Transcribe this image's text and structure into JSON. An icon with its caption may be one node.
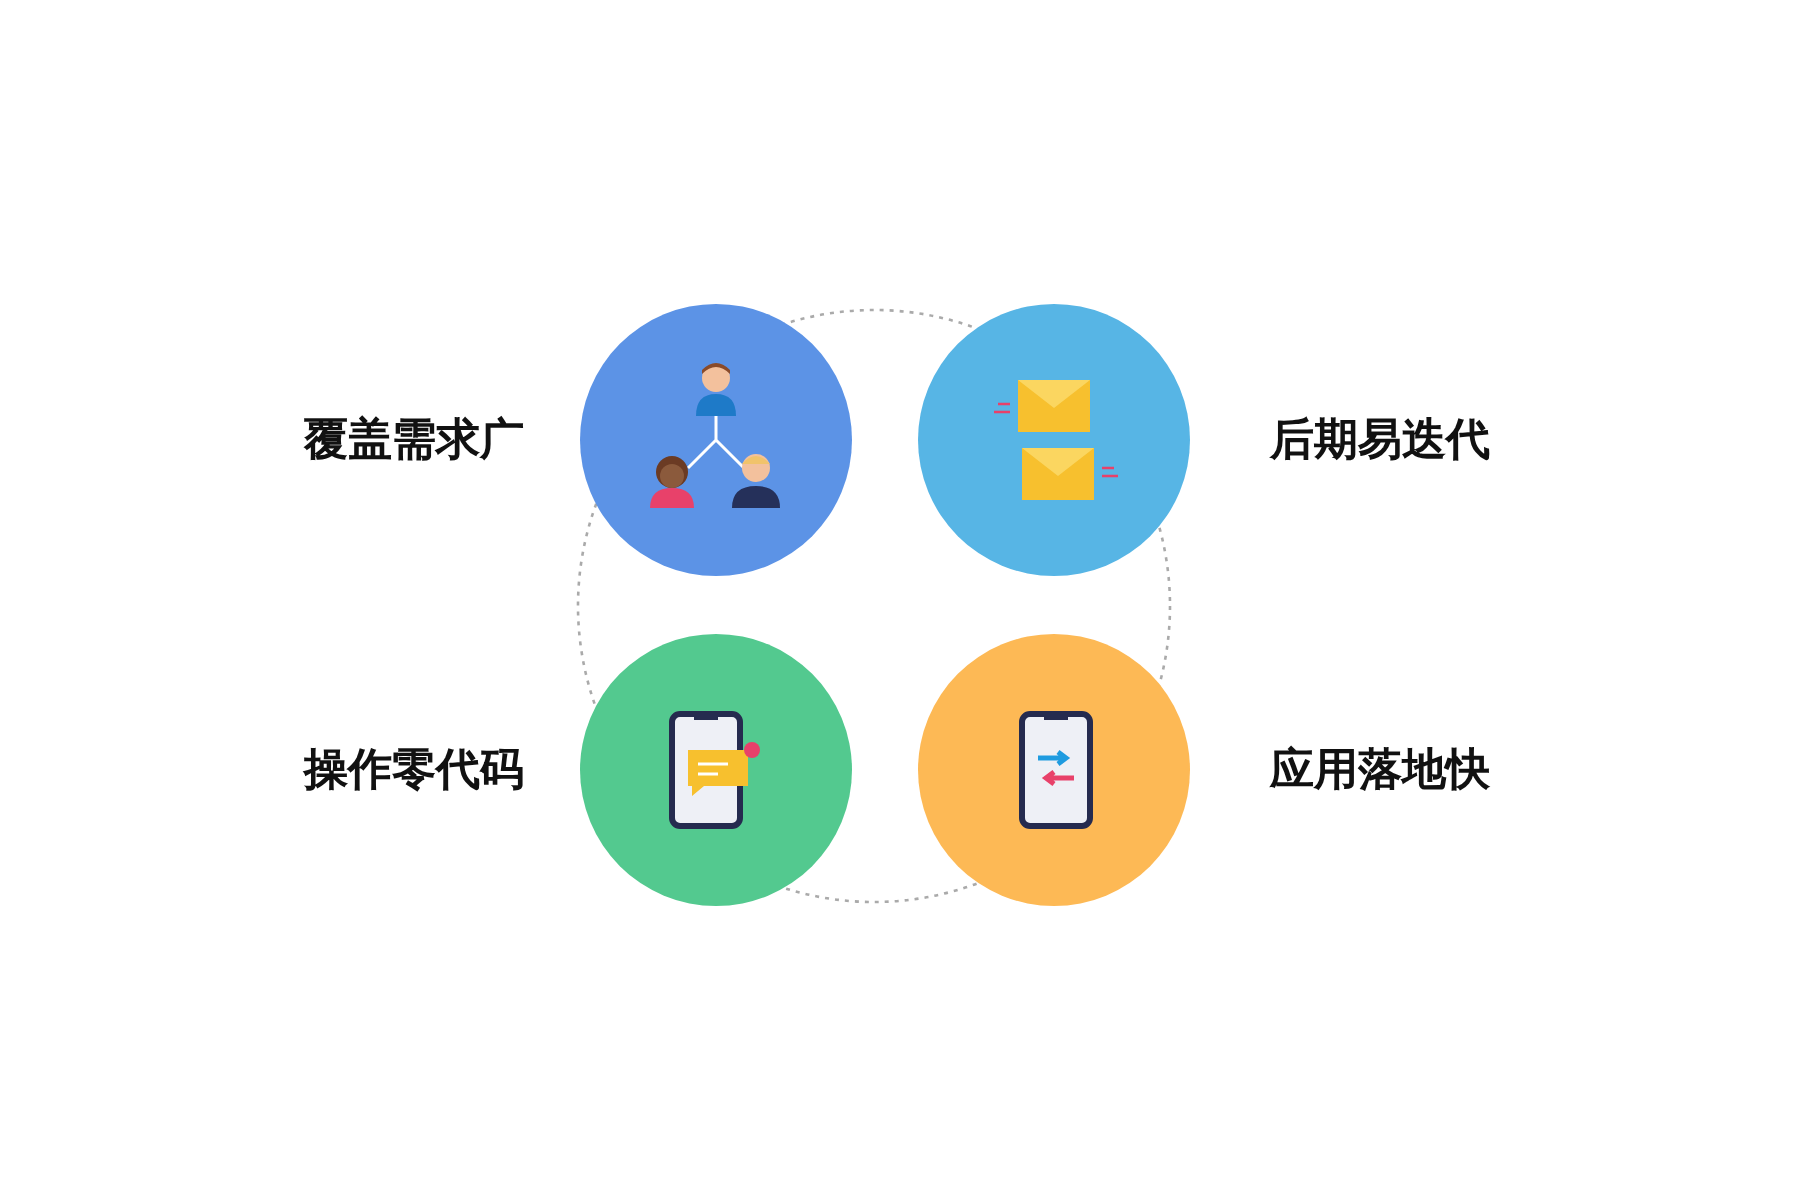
{
  "diagram": {
    "nodes": [
      {
        "text": [],
        "shape": "circle",
        "beside": [
          "覆盖需求广"
        ]
      },
      {
        "text": [],
        "shape": "circle",
        "beside": [
          "后期易迭代"
        ]
      },
      {
        "text": [],
        "shape": "circle",
        "beside": [
          "操作零代码"
        ]
      },
      {
        "text": [],
        "shape": "circle",
        "beside": [
          "应用落地快"
        ]
      }
    ]
  }
}
